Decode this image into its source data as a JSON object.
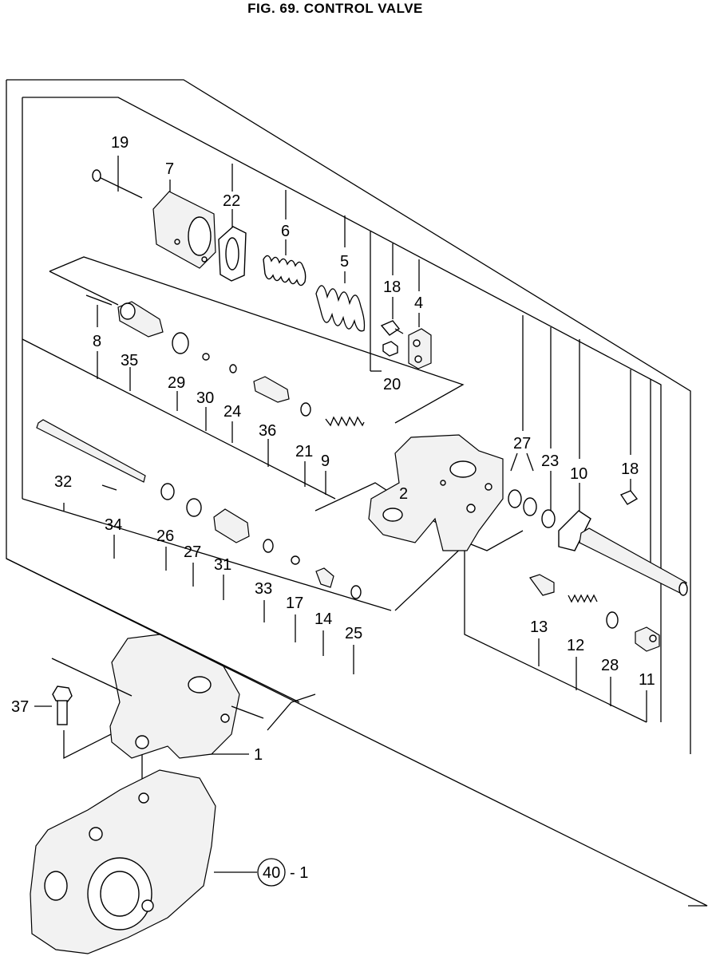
{
  "title": "FIG. 69. CONTROL VALVE",
  "callouts": [
    {
      "id": "p19",
      "text": "19"
    },
    {
      "id": "p7",
      "text": "7"
    },
    {
      "id": "p22",
      "text": "22"
    },
    {
      "id": "p6",
      "text": "6"
    },
    {
      "id": "p5",
      "text": "5"
    },
    {
      "id": "p18a",
      "text": "18"
    },
    {
      "id": "p4",
      "text": "4"
    },
    {
      "id": "p20",
      "text": "20"
    },
    {
      "id": "p8",
      "text": "8"
    },
    {
      "id": "p35",
      "text": "35"
    },
    {
      "id": "p29",
      "text": "29"
    },
    {
      "id": "p30",
      "text": "30"
    },
    {
      "id": "p24",
      "text": "24"
    },
    {
      "id": "p36",
      "text": "36"
    },
    {
      "id": "p21",
      "text": "21"
    },
    {
      "id": "p9",
      "text": "9"
    },
    {
      "id": "p27a",
      "text": "27"
    },
    {
      "id": "p23",
      "text": "23"
    },
    {
      "id": "p10",
      "text": "10"
    },
    {
      "id": "p18b",
      "text": "18"
    },
    {
      "id": "p2",
      "text": "2"
    },
    {
      "id": "p32",
      "text": "32"
    },
    {
      "id": "p34",
      "text": "34"
    },
    {
      "id": "p26",
      "text": "26"
    },
    {
      "id": "p27b",
      "text": "27"
    },
    {
      "id": "p31",
      "text": "31"
    },
    {
      "id": "p33",
      "text": "33"
    },
    {
      "id": "p17",
      "text": "17"
    },
    {
      "id": "p14",
      "text": "14"
    },
    {
      "id": "p25",
      "text": "25"
    },
    {
      "id": "p13",
      "text": "13"
    },
    {
      "id": "p12",
      "text": "12"
    },
    {
      "id": "p28",
      "text": "28"
    },
    {
      "id": "p11",
      "text": "11"
    },
    {
      "id": "p37",
      "text": "37"
    },
    {
      "id": "p1",
      "text": "1"
    },
    {
      "id": "p40",
      "text": "40"
    },
    {
      "id": "p40sub",
      "text": "- 1"
    }
  ]
}
